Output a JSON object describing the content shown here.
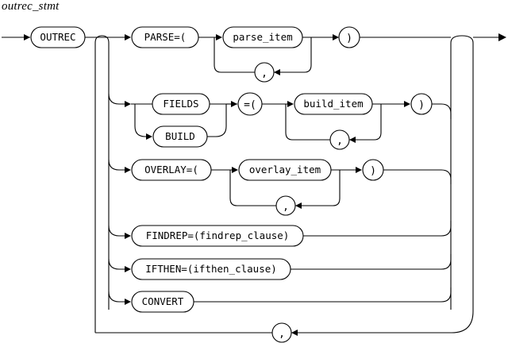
{
  "diagram": {
    "title": "outrec_stmt",
    "type": "railroad-syntax-diagram",
    "entry_label": "OUTREC",
    "stroke_color": "#000000",
    "background_color": "#ffffff",
    "branches": [
      {
        "id": "parse",
        "keyword": "PARSE=(",
        "item": "parse_item",
        "separator": ",",
        "close": ")"
      },
      {
        "id": "fields-build",
        "alternatives": [
          "FIELDS",
          "BUILD"
        ],
        "assign": "=(",
        "item": "build_item",
        "separator": ",",
        "close": ")"
      },
      {
        "id": "overlay",
        "keyword": "OVERLAY=(",
        "item": "overlay_item",
        "separator": ",",
        "close": ")"
      },
      {
        "id": "findrep",
        "keyword": "FINDREP=(findrep_clause)"
      },
      {
        "id": "ifthen",
        "keyword": "IFTHEN=(ifthen_clause)"
      },
      {
        "id": "convert",
        "keyword": "CONVERT"
      }
    ],
    "outer_loop_separator": ","
  }
}
